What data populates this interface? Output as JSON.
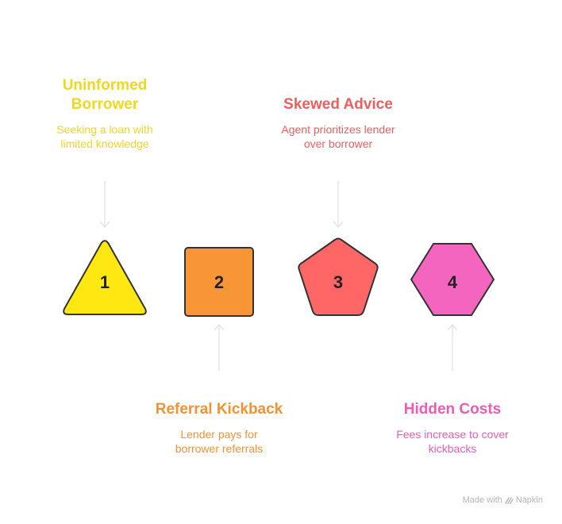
{
  "colors": {
    "step1": "#FFE812",
    "step2": "#F89637",
    "step3": "#FF6666",
    "step4": "#F465BF",
    "step1_text": "#F0D81E",
    "step2_text": "#F29233",
    "step3_text": "#F05D5D",
    "step4_text": "#EE5BB4",
    "outline": "#333333",
    "arrow": "#e5e5e5"
  },
  "steps": [
    {
      "number": "1",
      "shape": "triangle",
      "title": "Uninformed Borrower",
      "description": "Seeking a loan with limited knowledge"
    },
    {
      "number": "2",
      "shape": "square",
      "title": "Referral Kickback",
      "description": "Lender pays for borrower referrals"
    },
    {
      "number": "3",
      "shape": "pentagon",
      "title": "Skewed Advice",
      "description": "Agent prioritizes lender over borrower"
    },
    {
      "number": "4",
      "shape": "hexagon",
      "title": "Hidden Costs",
      "description": "Fees increase to cover kickbacks"
    }
  ],
  "watermark": {
    "text": "Made with",
    "brand": "Napkin",
    "icon": "napkin-logo-icon"
  }
}
